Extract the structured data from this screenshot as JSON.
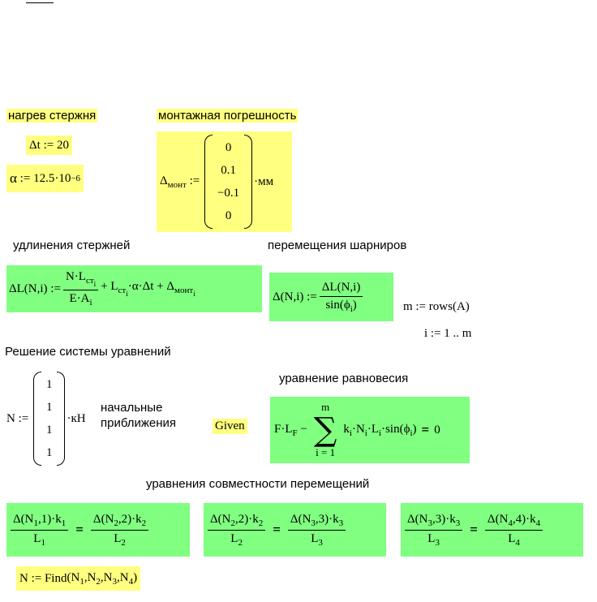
{
  "labels": {
    "heating": "нагрев стержня",
    "mount_error": "монтажная погрешность",
    "elongations": "удлинения стержней",
    "displacements": "перемещения шарниров",
    "solving": "Решение системы уравнений",
    "equilibrium": "уравнение равновесия",
    "initial_line1": "начальные",
    "initial_line2": "приближения",
    "compatibility": "уравнения совместности перемещений"
  },
  "math": {
    "dt_value": "20",
    "alpha_mantissa": "12.5",
    "alpha_base": "10",
    "alpha_exp": "−6",
    "mount_vector": [
      "0",
      "0.1",
      "−0.1",
      "0"
    ],
    "mount_unit": "мм",
    "N_vector": [
      "1",
      "1",
      "1",
      "1"
    ],
    "N_unit": "кН",
    "m_def": "m := rows(A)",
    "i_def": "i := 1 .. m",
    "given": "Given",
    "sum_upper": "m",
    "sum_lower": "i = 1",
    "rhs_zero": "0",
    "find_fn": "Find"
  }
}
